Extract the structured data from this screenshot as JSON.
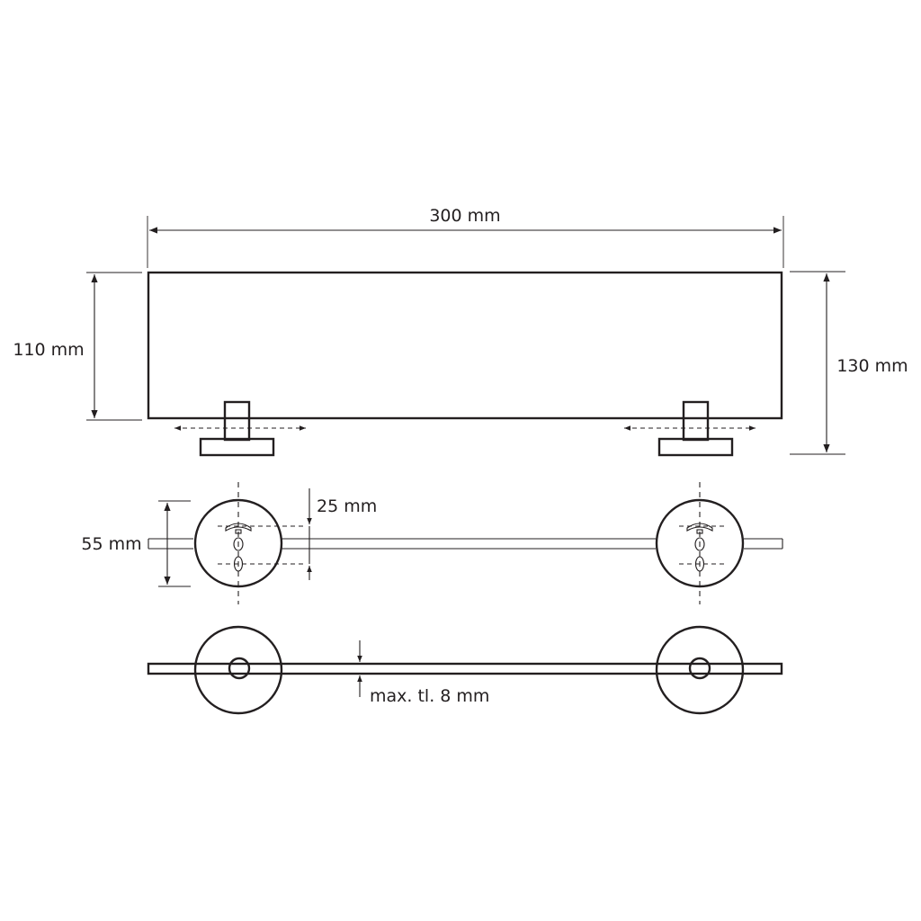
{
  "dimensions": {
    "width": "300 mm",
    "depth_shelf": "110 mm",
    "depth_total": "130 mm",
    "rosette_diameter": "55 mm",
    "hole_spacing": "25 mm",
    "glass_thickness": "max. tl. 8 mm"
  },
  "colors": {
    "line": "#231f20",
    "background": "#ffffff"
  }
}
